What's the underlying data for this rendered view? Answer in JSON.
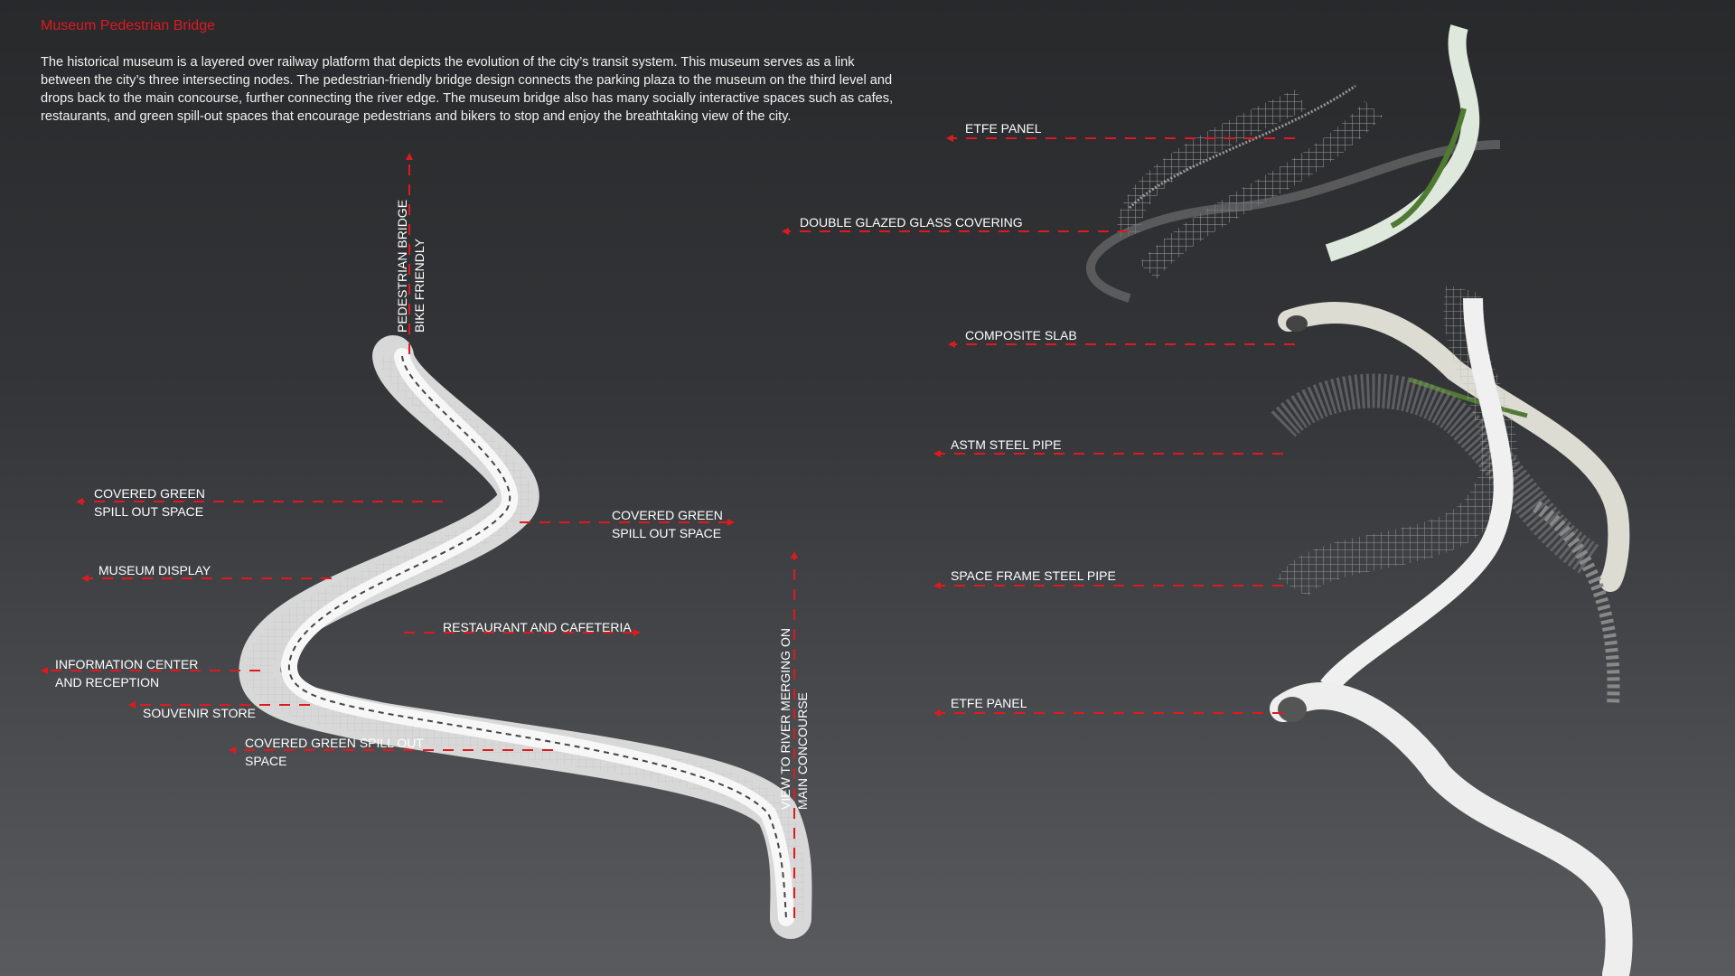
{
  "title": "Museum Pedestrian Bridge",
  "description": "The historical museum is a layered over railway platform that depicts the evolution of the city’s transit system. This museum serves as a link between the city’s three intersecting nodes. The pedestrian-friendly bridge design connects the parking plaza to the museum on the third level and drops back to the main concourse, further connecting the river edge. The museum bridge also has many socially interactive spaces such as cafes, restaurants, and green spill-out spaces that encourage pedestrians and bikers to stop and enjoy the breathtaking view of the city.",
  "colors": {
    "accent": "#e0191f",
    "background": "#2f3033"
  },
  "bridge_labels": {
    "top_line1": "PEDESTRIAN BRIDGE",
    "top_line2": "BIKE FRIENDLY",
    "green1_line1": "COVERED GREEN",
    "green1_line2": "SPILL OUT SPACE",
    "green2_line1": "COVERED GREEN",
    "green2_line2": "SPILL OUT SPACE",
    "museum_display": "MUSEUM DISPLAY",
    "restaurant": "RESTAURANT AND CAFETERIA",
    "info_line1": "INFORMATION CENTER",
    "info_line2": "AND RECEPTION",
    "souvenir": "SOUVENIR STORE",
    "green3_line1": "COVERED GREEN SPILL OUT",
    "green3_line2": "SPACE",
    "river_line1": "VIEW TO RIVER MERGING ON",
    "river_line2": "MAIN CONCOURSE"
  },
  "layer_labels": [
    "ETFE PANEL",
    "DOUBLE GLAZED GLASS COVERING",
    "COMPOSITE SLAB",
    "ASTM STEEL PIPE",
    "SPACE FRAME STEEL PIPE",
    "ETFE PANEL"
  ]
}
